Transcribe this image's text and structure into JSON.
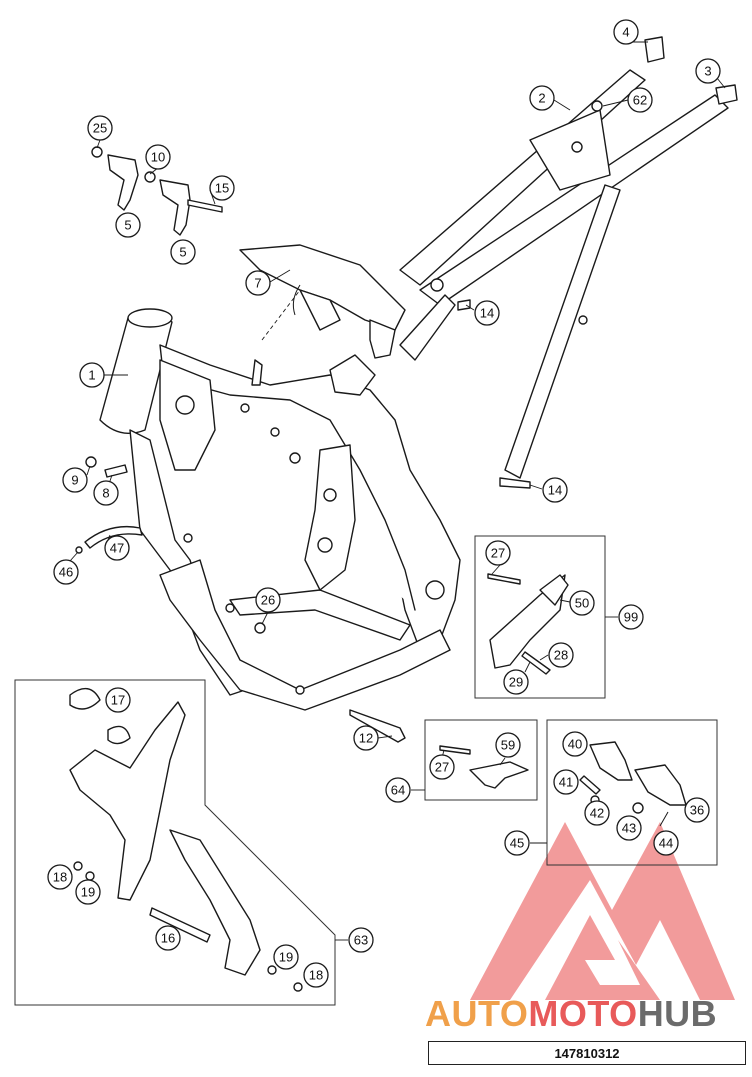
{
  "diagram": {
    "document_number": "147810312",
    "watermark": {
      "text_orange": "AUTO",
      "text_red": "MOTO",
      "text_gray": "HUB",
      "color_orange": "#f0a04a",
      "color_red": "#e85a5a",
      "color_gray": "#6b6b6b",
      "logo_color": "#f08a8a"
    },
    "callouts": [
      "1",
      "2",
      "3",
      "4",
      "5",
      "5",
      "7",
      "8",
      "9",
      "10",
      "12",
      "14",
      "14",
      "15",
      "16",
      "17",
      "18",
      "18",
      "19",
      "19",
      "25",
      "26",
      "27",
      "27",
      "28",
      "29",
      "36",
      "40",
      "41",
      "42",
      "43",
      "44",
      "45",
      "46",
      "47",
      "50",
      "59",
      "62",
      "63",
      "64",
      "99"
    ],
    "groups": [
      {
        "id": "99",
        "members": [
          "27",
          "50",
          "28",
          "29"
        ]
      },
      {
        "id": "64",
        "members": [
          "27",
          "59"
        ]
      },
      {
        "id": "45",
        "members": [
          "40",
          "41",
          "42",
          "43",
          "36",
          "44"
        ]
      },
      {
        "id": "63",
        "members": [
          "17",
          "18",
          "19",
          "16",
          "19",
          "18"
        ]
      }
    ]
  }
}
